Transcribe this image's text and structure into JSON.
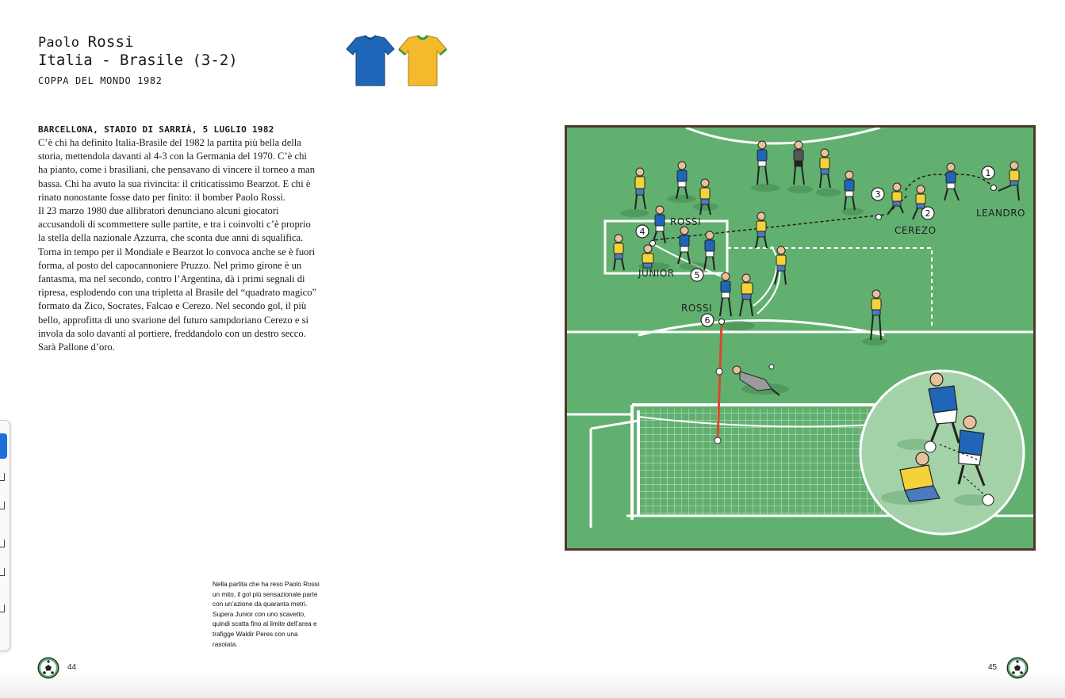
{
  "header": {
    "name_first": "Paolo",
    "name_last": "Rossi",
    "match": "Italia - Brasile (3-2)",
    "competition": "COPPA DEL MONDO 1982"
  },
  "shirts": [
    {
      "team": "Italia",
      "color": "#1f66b8"
    },
    {
      "team": "Brasile",
      "color": "#f5b92e"
    }
  ],
  "article": {
    "dateline": "BARCELLONA, STADIO DI SARRIÀ, 5 LUGLIO 1982",
    "paragraphs": [
      "C’è chi ha definito Italia-Brasile del 1982 la partita più bella della storia, mettendola davanti al 4-3 con la Germania del 1970. C’è chi ha pianto, come i brasiliani, che pensavano di vincere il torneo a man bassa. Chi ha avuto la sua rivincita: il criticatissimo Bearzot. E chi è rinato nonostante fosse dato per finito: il bomber Paolo Rossi.",
      "Il 23 marzo 1980 due allibratori denunciano alcuni giocatori accusandoli di scommettere sulle partite, e tra i coinvolti c’è proprio la stella della nazionale Azzurra, che sconta due anni di squalifica. Torna in tempo per il Mondiale e Bearzot lo convoca anche se è fuori forma, al posto del capocannoniere Pruzzo. Nel primo girone è un fantasma, ma nel secondo, contro l’Argentina, dà i primi segnali di ripresa, esplodendo con una tripletta al Brasile del “quadrato magico” formato da Zico, Socrates, Falcao e Cerezo. Nel secondo gol, il più bello, approfitta di uno svarione del futuro sampdoriano Cerezo e si invola da solo davanti al portiere, freddandolo con un destro secco. Sarà Pallone d’oro."
    ]
  },
  "caption": "Nella partita che ha reso Paolo Rossi un mito, il gol più sensazionale parte con un’azione da quaranta metri. Supera Junior con uno scavetto, quindi scatta fino al limite dell’area e trafigge Waldir Peres con una rasoiata.",
  "illustration": {
    "labels": {
      "rossi_top": "ROSSI",
      "rossi_bottom": "ROSSI",
      "junior": "JUNIOR",
      "cerezo": "CEREZO",
      "leandro": "LEANDRO"
    },
    "markers": [
      "1",
      "2",
      "3",
      "4",
      "5",
      "6"
    ],
    "colors": {
      "pitch": "#62b070",
      "lines": "#ffffff",
      "frame": "#4e382c",
      "italy": "#1f66b8",
      "brazil": "#f3d23a",
      "shot_line": "#d9482b"
    }
  },
  "footer": {
    "left_page_number": "44",
    "right_page_number": "45"
  }
}
